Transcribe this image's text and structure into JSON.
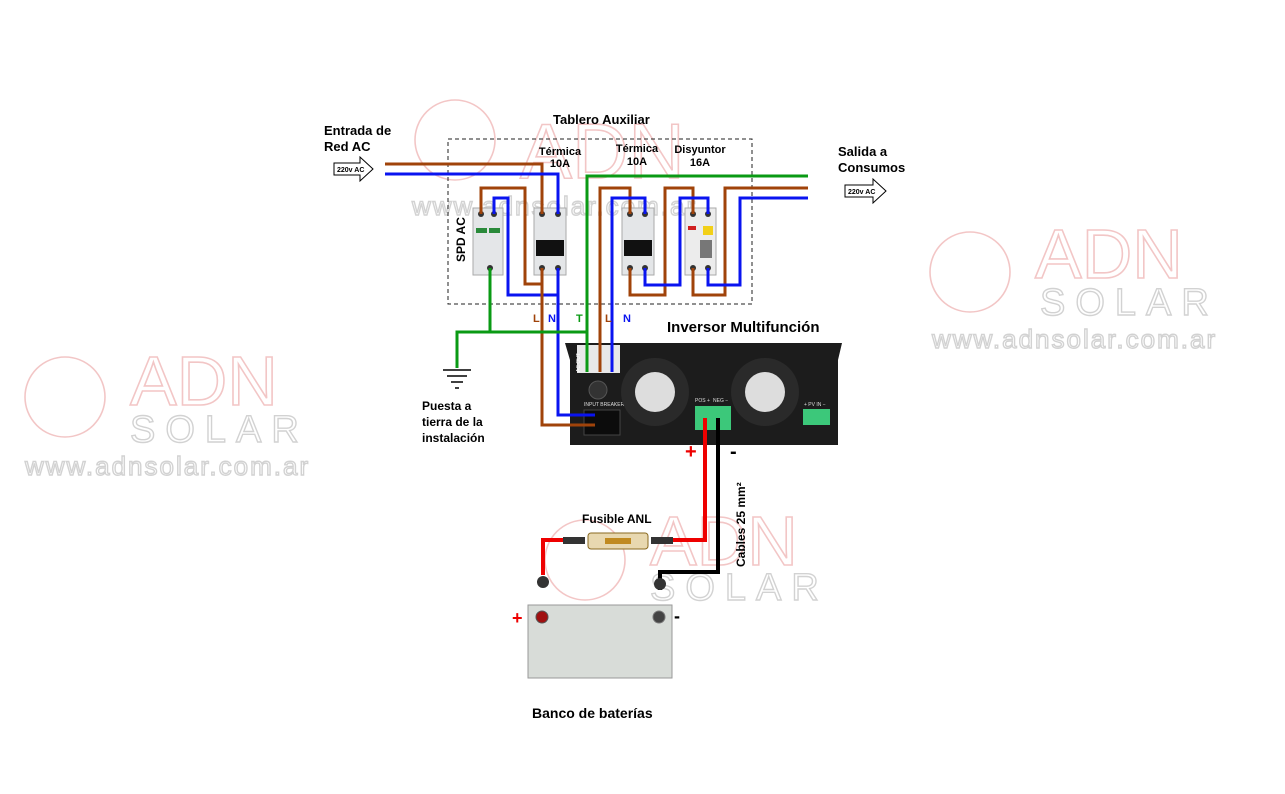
{
  "diagram": {
    "panel_title": "Tablero Auxiliar",
    "input": {
      "label_line1": "Entrada de",
      "label_line2": "Red AC",
      "arrow_label": "220v AC"
    },
    "output": {
      "label_line1": "Salida a",
      "label_line2": "Consumos",
      "arrow_label": "220v AC"
    },
    "breaker1": {
      "label_line1": "Térmica",
      "label_line2": "10A"
    },
    "breaker2": {
      "label_line1": "Térmica",
      "label_line2": "10A"
    },
    "rcd": {
      "label_line1": "Disyuntor",
      "label_line2": "16A"
    },
    "spd_label": "SPD AC",
    "wire_labels": {
      "l1": "L",
      "n1": "N",
      "t": "T",
      "l2": "L",
      "n2": "N"
    },
    "inverter": {
      "title": "Inversor Multifunción",
      "ac_out": "AC OUT",
      "input_breaker": "INPUT BREAKER",
      "pos": "POS +",
      "neg": "NEG −",
      "pv_in": "+ PV IN −"
    },
    "ground": {
      "line1": "Puesta a",
      "line2": "tierra de la",
      "line3": "instalación"
    },
    "polarity": {
      "plus": "+",
      "minus": "-"
    },
    "fuse_label": "Fusible ANL",
    "cable_label": "Cables 25 mm²",
    "battery_label": "Banco de baterías",
    "watermark": {
      "brand1": "ADN",
      "brand2": "SOLAR",
      "url": "www.adnsolar.com.ar"
    },
    "colors": {
      "live": "#a0430a",
      "neutral": "#0a14f0",
      "earth": "#0a9a14",
      "positive": "#ee0000",
      "negative": "#000000"
    }
  }
}
